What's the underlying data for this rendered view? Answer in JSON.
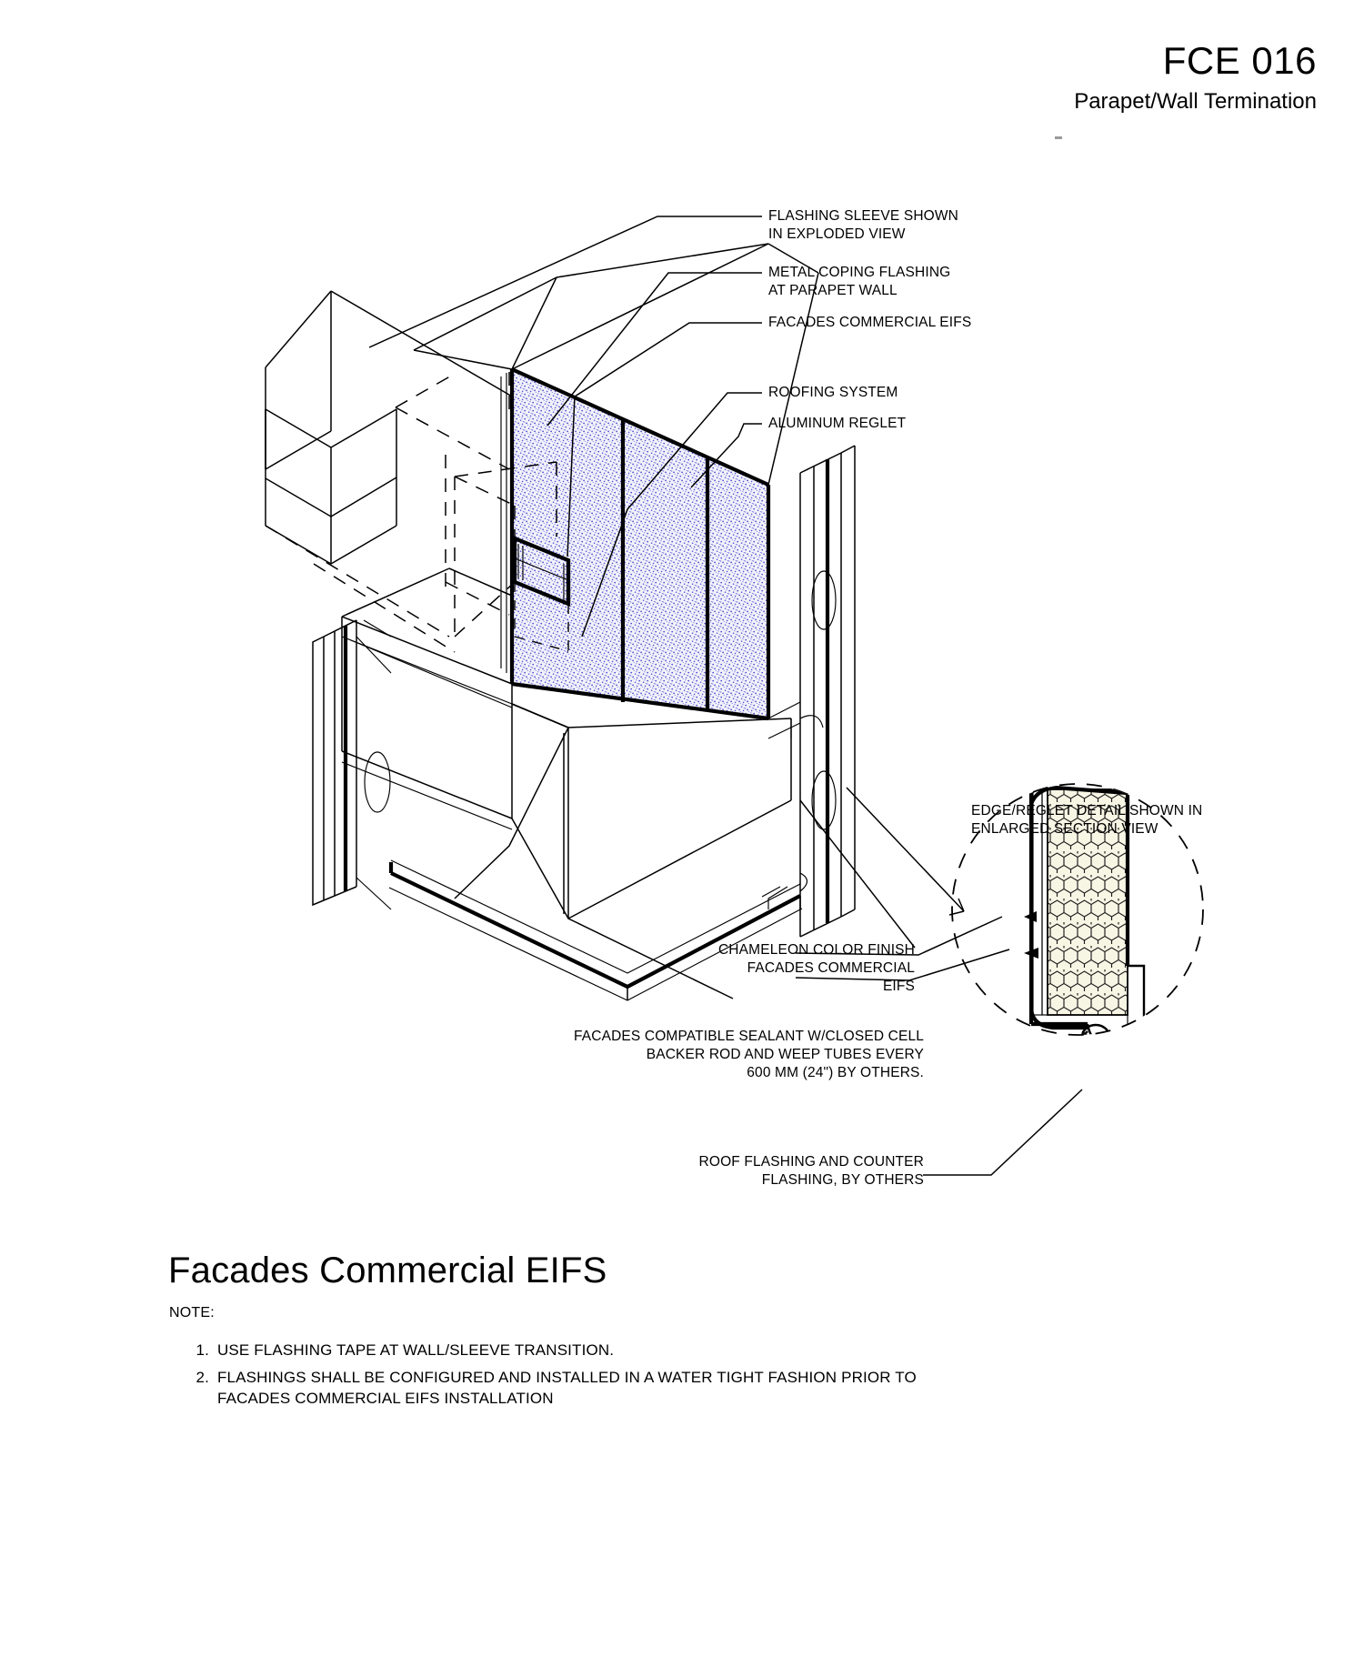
{
  "header": {
    "sheet_number": "FCE 016",
    "subtitle": "Parapet/Wall Termination"
  },
  "callouts": [
    {
      "id": "flashing-sleeve",
      "text": "FLASHING SLEEVE SHOWN\nIN EXPLODED VIEW"
    },
    {
      "id": "metal-coping",
      "text": "METAL COPING FLASHING\nAT PARAPET WALL"
    },
    {
      "id": "facades-eifs",
      "text": "FACADES COMMERCIAL EIFS"
    },
    {
      "id": "roofing-system",
      "text": "ROOFING SYSTEM"
    },
    {
      "id": "aluminum-reglet",
      "text": "ALUMINUM REGLET"
    },
    {
      "id": "edge-reglet-detail",
      "text": "EDGE/REGLET DETAIL SHOWN IN\nENLARGED SECTION VIEW"
    },
    {
      "id": "chameleon-finish",
      "text": "CHAMELEON COLOR FINISH\nFACADES COMMERCIAL\nEIFS"
    },
    {
      "id": "compatible-sealant",
      "text": "FACADES COMPATIBLE SEALANT W/CLOSED CELL\nBACKER ROD AND WEEP TUBES EVERY\n600 MM (24\") BY OTHERS."
    },
    {
      "id": "roof-flashing",
      "text": "ROOF FLASHING AND COUNTER\nFLASHING, BY OTHERS"
    }
  ],
  "bottom": {
    "title": "Facades Commercial EIFS",
    "note_heading": "NOTE:",
    "notes": [
      {
        "num": "1.",
        "text": "USE FLASHING TAPE AT WALL/SLEEVE TRANSITION."
      },
      {
        "num": "2.",
        "text": "FLASHINGS SHALL BE CONFIGURED AND INSTALLED IN A WATER TIGHT FASHION PRIOR TO\nFACADES COMMERCIAL EIFS INSTALLATION"
      }
    ]
  },
  "colors": {
    "line": "#000000",
    "eifs_stipple": "#4a4ad0",
    "eifs_field": "#e8e8f8",
    "foam_fill": "#f4f2e0",
    "background": "#ffffff"
  }
}
